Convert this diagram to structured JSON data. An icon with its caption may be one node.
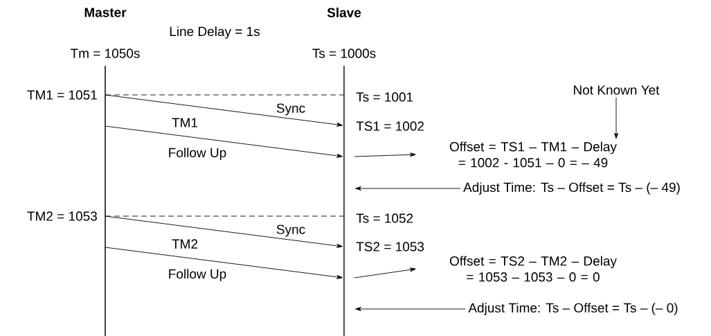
{
  "diagram": {
    "nodes": [
      {
        "text": [
          "Master",
          "Tm = 1050s"
        ]
      },
      {
        "text": [
          "Slave",
          "Ts = 1000s"
        ]
      },
      {
        "text": [
          "Offset = TS1 – TM1 – Delay = 1002 - 1051 – 0 = – 49"
        ]
      },
      {
        "text": [
          "Adjust Time: Ts – Offset = Ts – (– 49)"
        ]
      },
      {
        "text": [
          "Offset = TS2 – TM2 – Delay = 1053 – 1053 – 0 = 0"
        ]
      },
      {
        "text": [
          "Adjust Time: Ts – Offset = Ts – (– 0)"
        ]
      },
      {
        "text": [
          "Not Known Yet"
        ]
      }
    ],
    "edges": [
      {
        "from": 0,
        "to": 1,
        "arrow": "none",
        "style": "dashed"
      },
      {
        "from": 0,
        "to": 1,
        "arrow": "to",
        "label": "Sync"
      },
      {
        "from": 0,
        "to": 1,
        "arrow": "to",
        "label": "Follow Up"
      },
      {
        "from": 1,
        "to": 2,
        "arrow": "to"
      },
      {
        "from": 3,
        "to": 1,
        "arrow": "to"
      },
      {
        "from": 6,
        "to": 2,
        "arrow": "to"
      },
      {
        "from": 0,
        "to": 1,
        "arrow": "none",
        "style": "dashed"
      },
      {
        "from": 0,
        "to": 1,
        "arrow": "to",
        "label": "Sync"
      },
      {
        "from": 0,
        "to": 1,
        "arrow": "to",
        "label": "Follow Up"
      },
      {
        "from": 1,
        "to": 4,
        "arrow": "to"
      },
      {
        "from": 5,
        "to": 1,
        "arrow": "to"
      }
    ],
    "labels": [
      "Line Delay = 1s",
      "TM1 = 1051",
      "Ts = 1001",
      "TM1",
      "TS1 = 1002",
      "TM2 = 1053",
      "Ts = 1052",
      "TM2",
      "TS2 = 1053"
    ]
  }
}
